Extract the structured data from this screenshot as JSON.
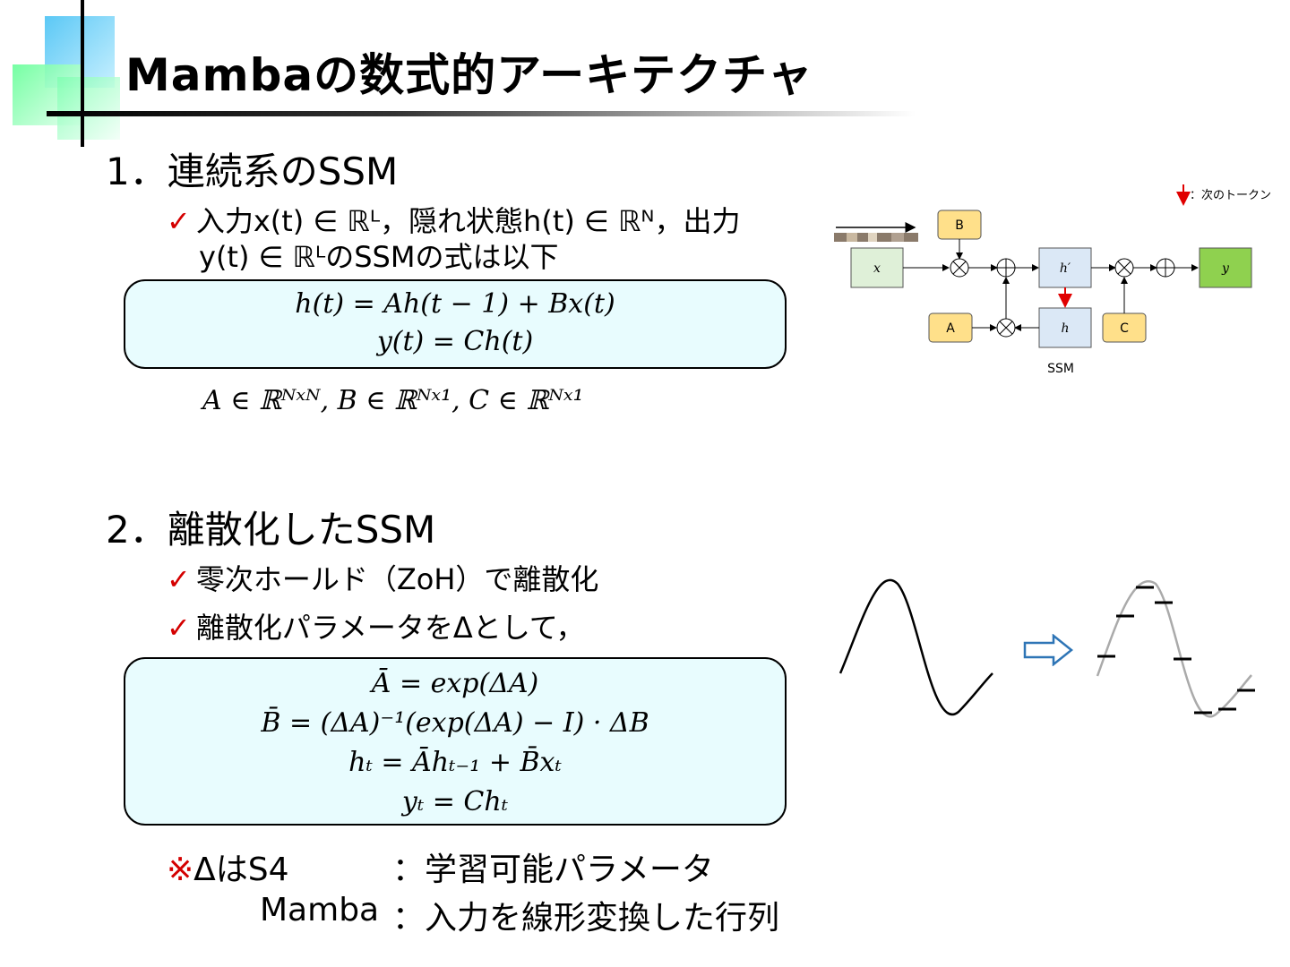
{
  "slide": {
    "title": "Mambaの数式的アーキテクチャ",
    "accent_colors": {
      "blue": "#5bc8f5",
      "green": "#66ff99",
      "check": "#d40000"
    }
  },
  "section1": {
    "heading": "1．連続系のSSM",
    "bullet_icon": "check-mark-icon",
    "bullet_line1": "入力x(t) ∈ ℝᴸ，隠れ状態h(t) ∈ ℝᴺ，出力",
    "bullet_line2": "y(t) ∈ ℝᴸのSSMの式は以下",
    "eq1": "h(t) = Ah(t − 1) + Bx(t)",
    "eq2": "y(t) = Ch(t)",
    "dims": "A ∈ ℝᴺˣᴺ, B ∈ ℝᴺˣ¹, C ∈ ℝᴺˣ¹"
  },
  "diagram": {
    "legend": "：次のトークン",
    "caption": "SSM",
    "blocks": {
      "x": "x",
      "b": "B",
      "hprime": "h′",
      "h": "h",
      "a": "A",
      "c": "C",
      "y": "y"
    }
  },
  "section2": {
    "heading": "2．離散化したSSM",
    "bullet1": "零次ホールド（ZoH）で離散化",
    "bullet2": "離散化パラメータをΔとして，",
    "eq1": "Ā = exp(ΔA)",
    "eq2": "B̄ = (ΔA)⁻¹(exp(ΔA) − I) · ΔB",
    "eq3": "hₜ = Āhₜ₋₁ + B̄xₜ",
    "eq4": "yₜ = Chₜ",
    "note_mark": "※",
    "note_line1_left": "ΔはS4",
    "note_line1_right": "：学習可能パラメータ",
    "note_line2_left": "Mamba",
    "note_line2_right": "：入力を線形変換した行列"
  }
}
